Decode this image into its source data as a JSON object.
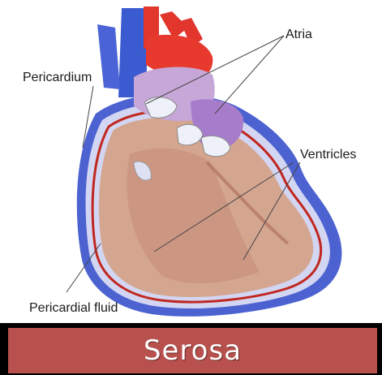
{
  "labels": {
    "atria": "Atria",
    "pericardium": "Pericardium",
    "ventricles": "Ventricles",
    "pericardial_fluid": "Pericardial fluid"
  },
  "banner": {
    "text": "Serosa"
  },
  "colors": {
    "banner": "#b8514e",
    "pericardium_blue": "#3a55c8",
    "myocardium": "#d7a892",
    "pericardial_line": "#c0271f"
  }
}
